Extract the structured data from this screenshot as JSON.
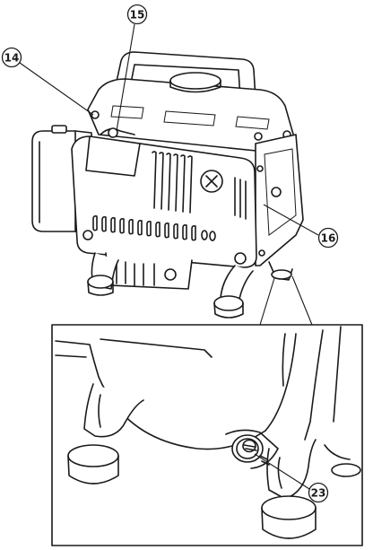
{
  "callouts": {
    "c14": "14",
    "c15": "15",
    "c16": "16",
    "c23": "23"
  }
}
